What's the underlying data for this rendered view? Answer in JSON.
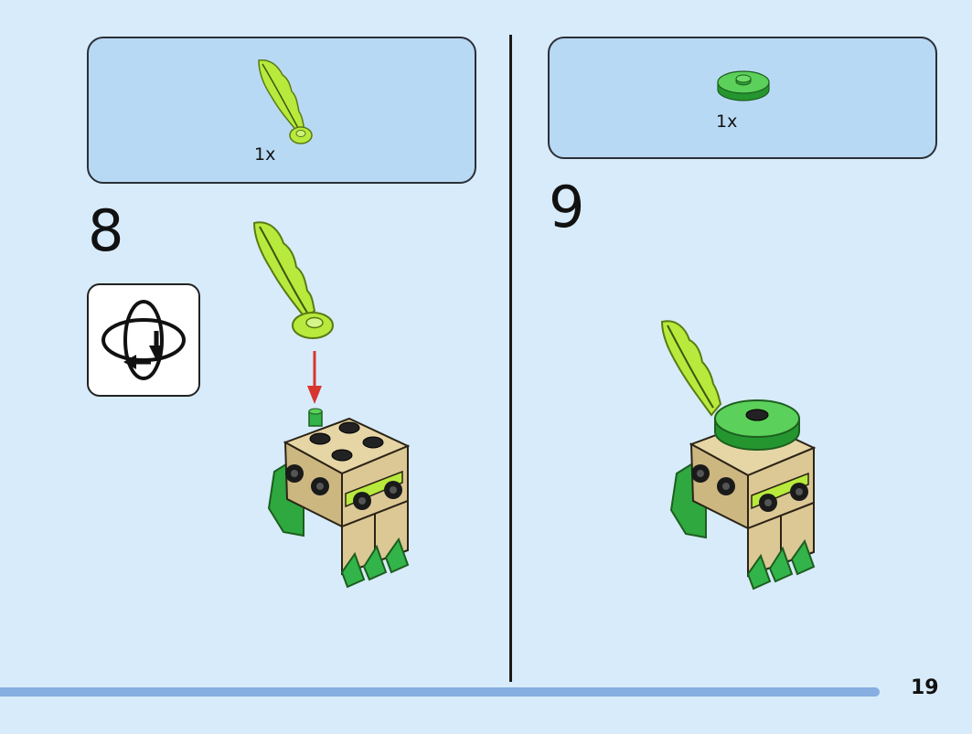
{
  "steps": [
    {
      "number": "8",
      "parts": [
        {
          "qty": "1x",
          "icon": "lime-leaf-icon"
        }
      ],
      "rotate_icon": "rotate-model-icon"
    },
    {
      "number": "9",
      "parts": [
        {
          "qty": "1x",
          "icon": "green-round-tile-icon"
        }
      ]
    }
  ],
  "page_number": "19",
  "colors": {
    "background": "#d7ebfb",
    "parts_box": "#b8d9f4",
    "bottom_bar": "#87aee1",
    "lime": "#b7ea3c",
    "green": "#32b44a",
    "tan": "#dcc895",
    "arrow_red": "#d6362f"
  }
}
